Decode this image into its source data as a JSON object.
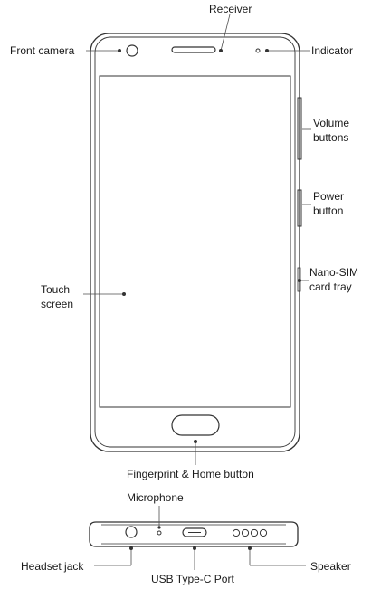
{
  "labels": {
    "receiver": "Receiver",
    "front_camera": "Front camera",
    "indicator": "Indicator",
    "volume_buttons": [
      "Volume",
      "buttons"
    ],
    "power_button": [
      "Power",
      "button"
    ],
    "nano_sim": [
      "Nano-SIM",
      "card tray"
    ],
    "touch_screen": [
      "Touch",
      "screen"
    ],
    "fingerprint_home": "Fingerprint & Home button",
    "microphone": "Microphone",
    "headset_jack": "Headset jack",
    "speaker": "Speaker",
    "usb_port": "USB Type-C Port"
  },
  "colors": {
    "outline": "#333333",
    "leader_line": "#4d4d4d",
    "dot": "#333333",
    "text": "#1a1a1a"
  }
}
